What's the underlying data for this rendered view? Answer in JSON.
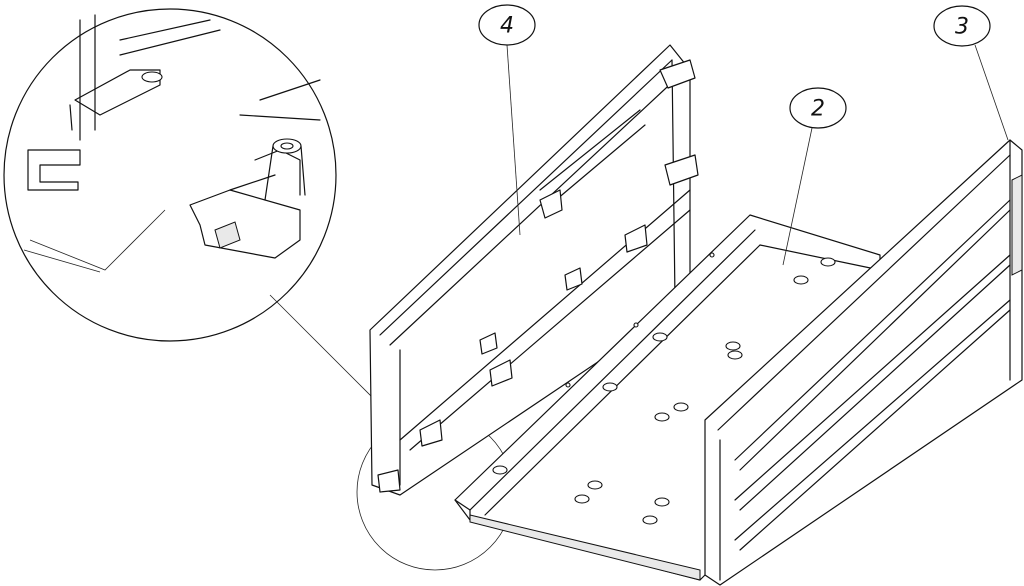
{
  "callouts": [
    {
      "id": "part-2",
      "label": "2"
    },
    {
      "id": "part-3",
      "label": "3"
    },
    {
      "id": "part-4",
      "label": "4"
    }
  ],
  "colors": {
    "line": "#111111",
    "background": "#ffffff"
  }
}
